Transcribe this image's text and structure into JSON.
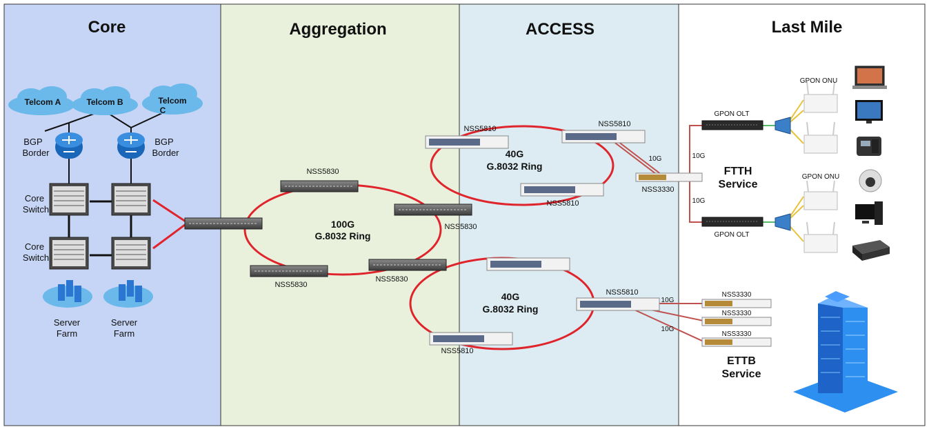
{
  "sections": {
    "core": "Core",
    "aggregation": "Aggregation",
    "access": "ACCESS",
    "last_mile": "Last Mile"
  },
  "clouds": [
    "Telcom A",
    "Telcom B",
    "Telcom",
    "C"
  ],
  "core": {
    "bgp_border": [
      "BGP",
      "Border"
    ],
    "core_switch": [
      "Core",
      "Switch"
    ],
    "server_farm": [
      "Server",
      "Farm"
    ]
  },
  "aggregation": {
    "nss5830": "NSS5830",
    "ring_speed": "100G",
    "ring_name": "G.8032 Ring"
  },
  "access": {
    "nss5810": "NSS5810",
    "nss5830": "NSS5830",
    "ring_speed": "40G",
    "ring_name": "G.8032 Ring",
    "link_10g": "10G"
  },
  "last_mile": {
    "nss3330": "NSS3330",
    "gpon_olt": "GPON OLT",
    "gpon_onu": "GPON ONU",
    "ftth": [
      "FTTH",
      "Service"
    ],
    "ettb": [
      "ETTB",
      "Service"
    ],
    "link_10g": "10G"
  },
  "colors": {
    "core_bg": "#c6d5f5",
    "aggregation_bg": "#e9f1dd",
    "access_bg": "#dcecf2",
    "last_mile_bg": "#ffffff",
    "ring": "#e0242b",
    "access_link": "#c0504d",
    "gpon_link": "#e8c23a"
  }
}
